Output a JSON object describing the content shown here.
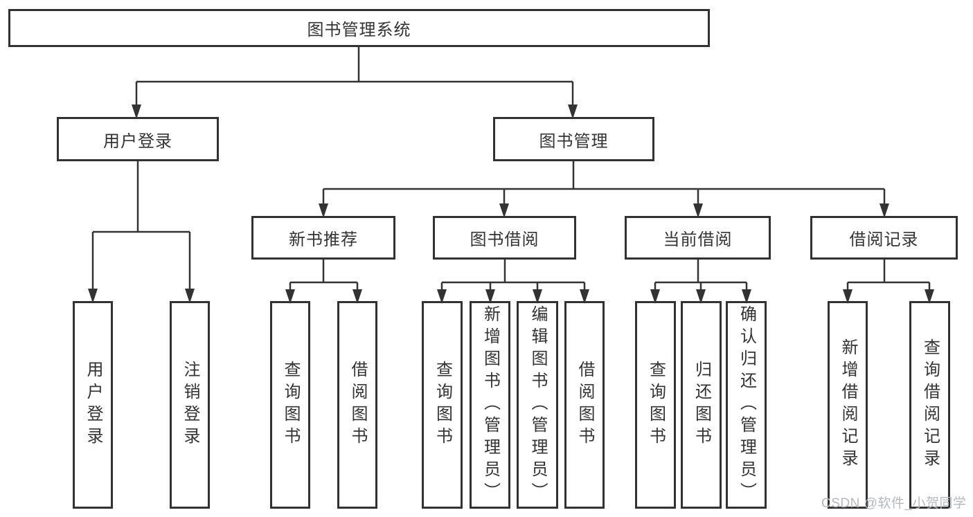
{
  "diagram": {
    "root": {
      "label": "图书管理系统"
    },
    "branches": [
      {
        "label": "用户登录",
        "children": [
          {
            "label": "用户登录"
          },
          {
            "label": "注销登录"
          }
        ]
      },
      {
        "label": "图书管理",
        "children": [
          {
            "label": "新书推荐",
            "children": [
              {
                "label": "查询图书"
              },
              {
                "label": "借阅图书"
              }
            ]
          },
          {
            "label": "图书借阅",
            "children": [
              {
                "label": "查询图书"
              },
              {
                "label": "新增图书（管理员）"
              },
              {
                "label": "编辑图书（管理员）"
              },
              {
                "label": "借阅图书"
              }
            ]
          },
          {
            "label": "当前借阅",
            "children": [
              {
                "label": "查询图书"
              },
              {
                "label": "归还图书"
              },
              {
                "label": "确认归还（管理员）"
              }
            ]
          },
          {
            "label": "借阅记录",
            "children": [
              {
                "label": "新增借阅记录"
              },
              {
                "label": "查询借阅记录"
              }
            ]
          }
        ]
      }
    ]
  },
  "watermark": {
    "text": "CSDN @软件_小贺同学"
  },
  "colors": {
    "line": "#333333",
    "box_border": "#323232",
    "text": "#333333",
    "watermark": "#b6b9bc",
    "background": "#ffffff"
  }
}
